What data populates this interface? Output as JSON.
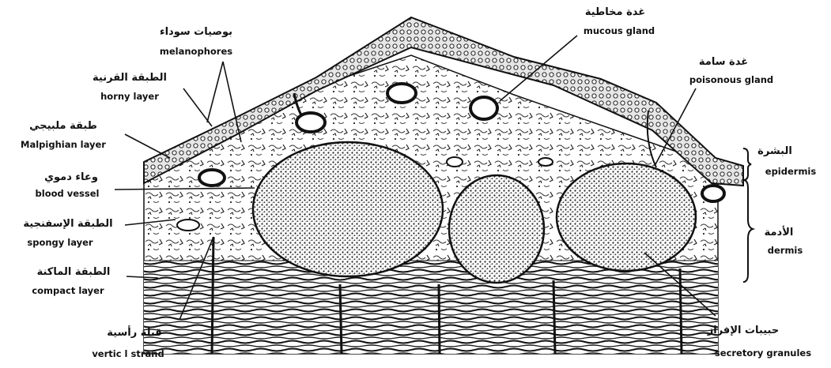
{
  "labels": {
    "melanophores": {
      "ar": "بوصيات سوداء",
      "en": "melanophores"
    },
    "horny_layer": {
      "ar": "الطبقة القرنية",
      "en": "horny layer"
    },
    "malpighian_layer": {
      "ar": "طبقة ملبيجي",
      "en": "Malpighian layer"
    },
    "blood_vessel": {
      "ar": "وعاء دموي",
      "en": "blood vessel"
    },
    "spongy_layer": {
      "ar": "الطبقة الإسفنجية",
      "en": "spongy layer"
    },
    "compact_layer": {
      "ar": "الطبقة الماكنة",
      "en": "compact layer"
    },
    "vertical_strand": {
      "ar": "قبلة رأسية",
      "en": "vertic l strand"
    },
    "mucous_gland": {
      "ar": "غدة مخاطية",
      "en": "mucous gland"
    },
    "poisonous_gland": {
      "ar": "غدة سامة",
      "en": "poisonous gland"
    },
    "epidermis": {
      "ar": "البشرة",
      "en": "epidermis"
    },
    "dermis": {
      "ar": "الأدمة",
      "en": "dermis"
    },
    "secretory_granules": {
      "ar": "حبيبات الإفراز",
      "en": "secretory granules"
    }
  }
}
